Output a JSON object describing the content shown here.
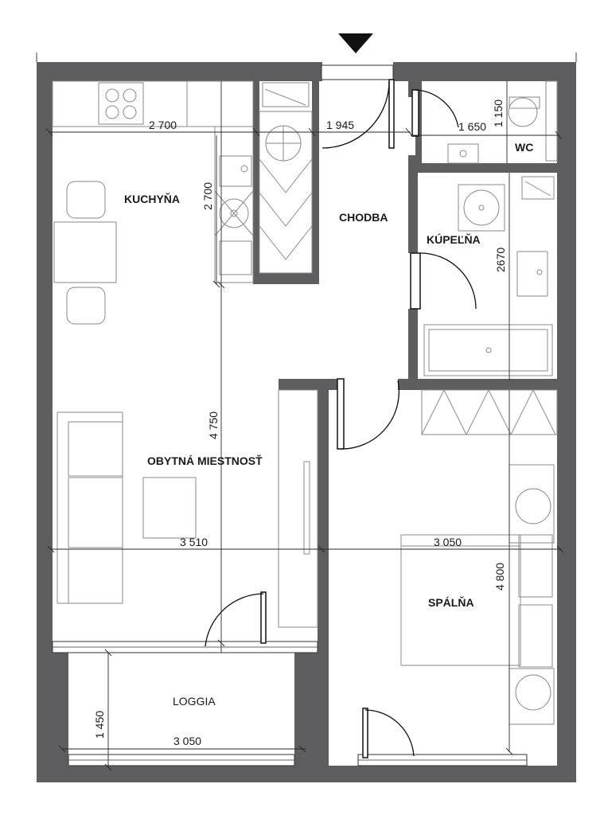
{
  "rooms": {
    "kitchen": "KUCHYŇA",
    "hallway": "CHODBA",
    "bathroom": "KÚPEĽŇA",
    "wc": "WC",
    "living": "OBYTNÁ MIESTNOSŤ",
    "bedroom": "SPÁLŇA",
    "loggia": "LOGGIA"
  },
  "dimensions": {
    "kitchen_width": "2 700",
    "hallway_width": "1 945",
    "bath_width": "1 650",
    "wc_height": "1 150",
    "kitchen_counter": "2 700",
    "bath_height": "2670",
    "living_length": "4 750",
    "living_width": "3 510",
    "bedroom_width": "3 050",
    "bedroom_length": "4 800",
    "loggia_depth": "1 450",
    "loggia_width": "3 050"
  },
  "colors": {
    "wall": "#5e5e60",
    "line": "#1a1a1a",
    "furniture": "#8a8a8a"
  },
  "icons": {
    "entrance": "entrance-arrow-icon"
  }
}
